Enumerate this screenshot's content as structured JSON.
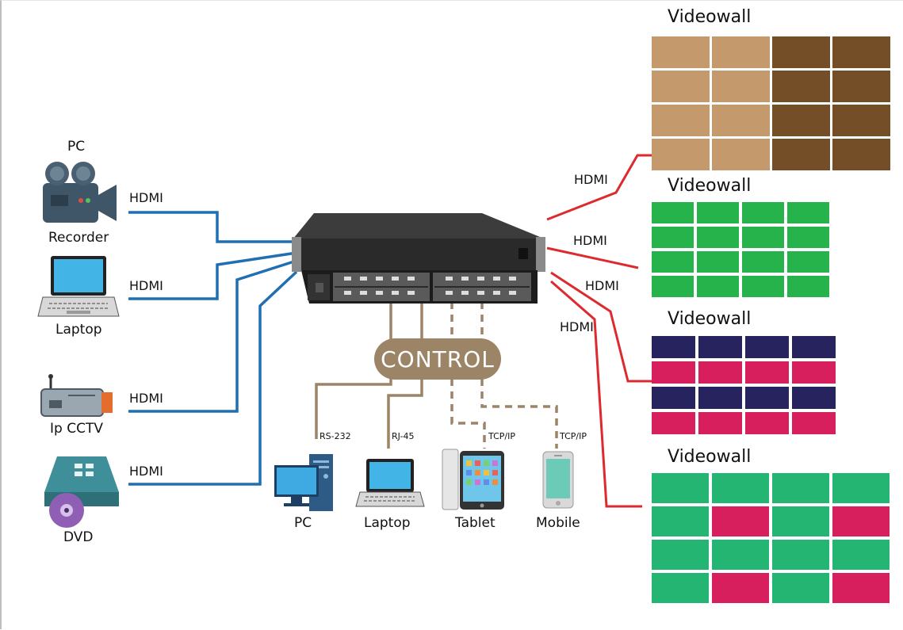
{
  "sources": [
    {
      "top_label": "PC",
      "label": "Recorder",
      "link": "HDMI",
      "icon": "video-camera-icon"
    },
    {
      "label": "Laptop",
      "link": "HDMI",
      "icon": "laptop-icon"
    },
    {
      "label": "Ip CCTV",
      "link": "HDMI",
      "icon": "ip-camera-icon"
    },
    {
      "label": "DVD",
      "link": "HDMI",
      "icon": "dvd-player-icon"
    }
  ],
  "control": {
    "label": "CONTROL"
  },
  "controllers": [
    {
      "label": "PC",
      "link": "RS-232",
      "icon": "desktop-pc-icon"
    },
    {
      "label": "Laptop",
      "link": "RJ-45",
      "icon": "laptop-icon"
    },
    {
      "label": "Tablet",
      "link": "TCP/IP",
      "icon": "tablet-icon"
    },
    {
      "label": "Mobile",
      "link": "TCP/IP",
      "icon": "mobile-phone-icon"
    }
  ],
  "outputs": [
    {
      "title": "Videowall",
      "link": "HDMI"
    },
    {
      "title": "Videowall",
      "link": "HDMI"
    },
    {
      "title": "Videowall",
      "link": "HDMI"
    },
    {
      "title": "Videowall",
      "link": "HDMI"
    }
  ],
  "colors": {
    "hdmi_input": "#1f6fb2",
    "hdmi_output": "#dd2a2f",
    "control_link": "#9c8467",
    "wall1_light": "#c49a6c",
    "wall1_dark": "#744e27",
    "wall2": "#27b34b",
    "wall3_navy": "#27235e",
    "wall3_magenta": "#d61f5c",
    "wall4_green": "#24b573",
    "wall4_magenta": "#d61f5c"
  }
}
